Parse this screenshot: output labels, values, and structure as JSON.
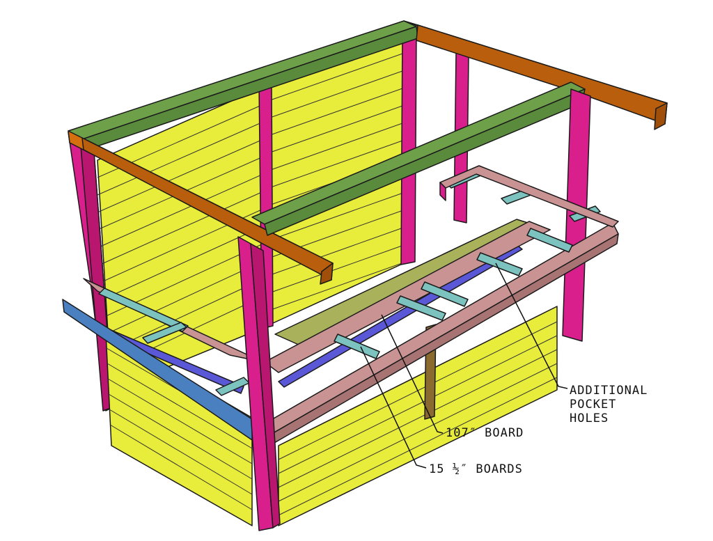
{
  "annotations": {
    "pocket_holes": [
      "ADDITIONAL",
      "POCKET",
      "HOLES"
    ],
    "board_107": "107″ BOARD",
    "boards_15": "15 ½″ BOARDS"
  },
  "colors": {
    "siding": "#e8ec3a",
    "post": "#d81f8c",
    "beam_green": "#6ea04a",
    "beam_orange": "#d6700e",
    "frame_teal": "#7cc3c0",
    "frame_pink": "#c99393",
    "frame_blue": "#5a58d6",
    "front_rail": "#4a7fc0",
    "counter_top": "#a9b15b",
    "support_brown": "#8a6a2e"
  }
}
